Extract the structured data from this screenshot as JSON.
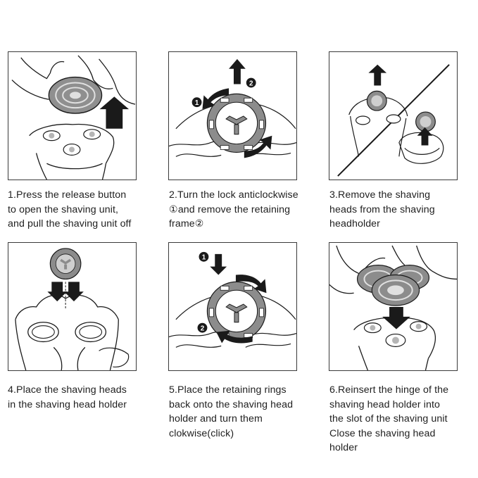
{
  "steps": [
    {
      "lines": [
        "1.Press the release button",
        "to open the shaving unit,",
        "and pull the shaving unit off"
      ]
    },
    {
      "lines": [
        "2.Turn the lock anticlockwise",
        "①and remove the retaining",
        "frame②"
      ]
    },
    {
      "lines": [
        "3.Remove the shaving",
        "heads from the shaving",
        "headholder"
      ]
    },
    {
      "lines": [
        "4.Place the shaving heads",
        "in the shaving head holder"
      ]
    },
    {
      "lines": [
        "5.Place the retaining rings",
        "back onto the shaving head",
        "holder and turn them",
        "clokwise(click)"
      ]
    },
    {
      "lines": [
        "6.Reinsert the hinge of the",
        "shaving head holder into",
        "the slot of the shaving unit",
        "Close the shaving head",
        "holder"
      ]
    }
  ],
  "markers": {
    "one": "1",
    "two": "2"
  },
  "colors": {
    "ink": "#1a1a1a",
    "frame_gray": "#8c8c8c",
    "head_gray": "#9a9a9a",
    "panel_border": "#3a3a3a"
  }
}
